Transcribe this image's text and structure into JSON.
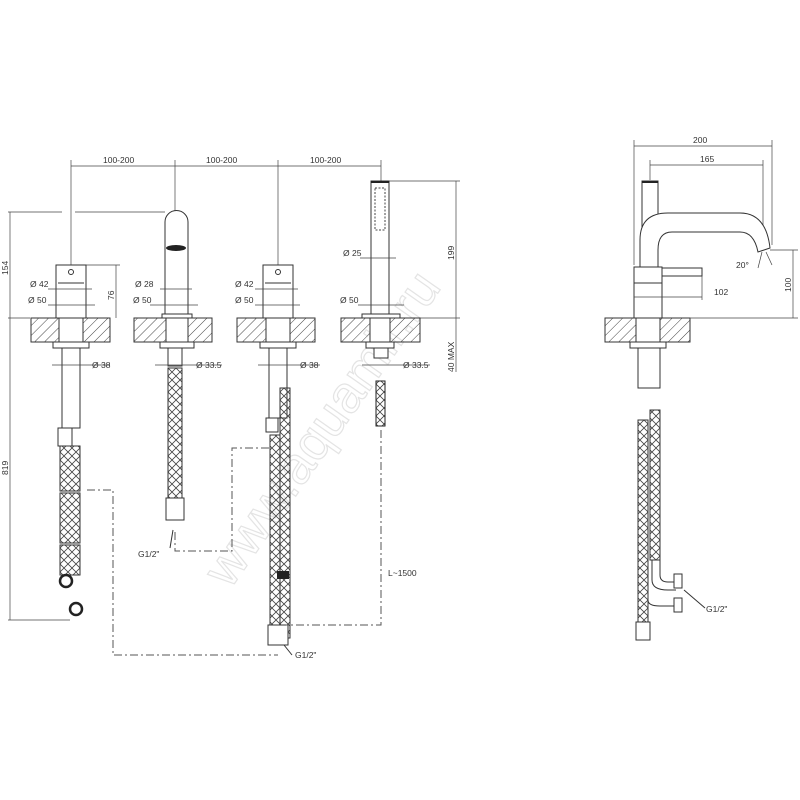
{
  "watermark": "www.aquamir.ru",
  "front_view": {
    "spacing_labels": [
      "100-200",
      "100-200",
      "100-200"
    ],
    "height_total": "154",
    "hose_length": "819",
    "valve_height": "76",
    "shower_height": "199",
    "deck_max": "40 MAX",
    "valve_left": {
      "d_top": "Ø 42",
      "d_base": "Ø 50",
      "d_hole": "Ø 38"
    },
    "spout": {
      "d_top": "Ø 28",
      "d_base": "Ø 50",
      "d_hole": "Ø 33.5"
    },
    "valve_right": {
      "d_top": "Ø 42",
      "d_base": "Ø 50",
      "d_hole": "Ø 38"
    },
    "shower": {
      "d_top": "Ø 25",
      "d_base": "Ø 50",
      "d_hole": "Ø 33.5"
    },
    "thread_spout": "G1/2\"",
    "thread_valve": "G1/2\"",
    "shower_hose": "L~1500"
  },
  "side_view": {
    "reach_total": "200",
    "reach_spout": "165",
    "angle": "20°",
    "spout_height": "100",
    "lever": "102",
    "thread": "G1/2\""
  }
}
